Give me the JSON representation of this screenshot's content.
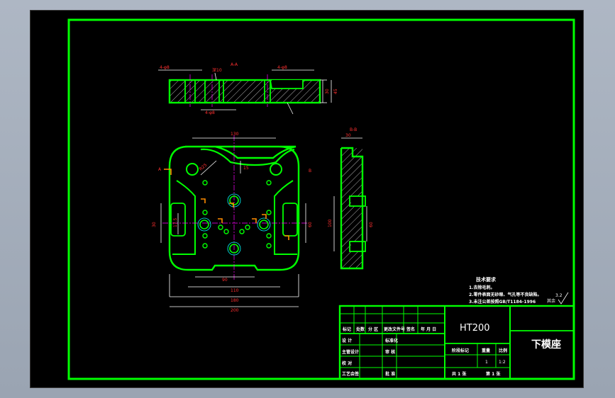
{
  "drawing": {
    "section_labels": {
      "top_view": "A-A",
      "side_view": "B-B"
    },
    "dims": {
      "top_left": "4-φ8",
      "top_depth": "深10",
      "top_mid1": "4-φ8",
      "top_bottom": "4-φ8",
      "top_right_h1": "30",
      "top_right_h2": "45",
      "plan_width_top": "130",
      "plan_width_2": "180",
      "plan_width_bottom": "200",
      "plan_inner_1": "90",
      "plan_inner_2": "110",
      "plan_height_left": "30",
      "plan_height_left2": "17.5",
      "plan_height_right": "60",
      "plan_radius": "R25",
      "plan_small": "15",
      "side_top": "30",
      "side_mid": "100",
      "side_small": "60"
    },
    "tech_requirements": {
      "title": "技术要求",
      "line1": "1.去除毛刺。",
      "line2": "2.零件表面无砂眼、气孔等不良缺陷。",
      "line3": "3.未注公差按照GB/T1184-1996"
    },
    "roughness": {
      "value": "3.2",
      "label": "其余"
    }
  },
  "title_block": {
    "material": "HT200",
    "part_name": "下模座",
    "header_row": [
      "标记",
      "处数",
      "分 区",
      "更改文件号",
      "签名",
      "年 月 日"
    ],
    "rows": [
      [
        "设 计",
        "",
        "标准化",
        ""
      ],
      [
        "主管设计",
        "",
        "审 核",
        ""
      ],
      [
        "校 对",
        "",
        "",
        ""
      ],
      [
        "工艺会签",
        "",
        "批 准",
        ""
      ]
    ],
    "stage_labels": [
      "阶段标记",
      "重量",
      "比例"
    ],
    "weight": "1",
    "scale": "1:2",
    "sheets_total": "共 1 张",
    "sheet_no": "第 1 张"
  }
}
